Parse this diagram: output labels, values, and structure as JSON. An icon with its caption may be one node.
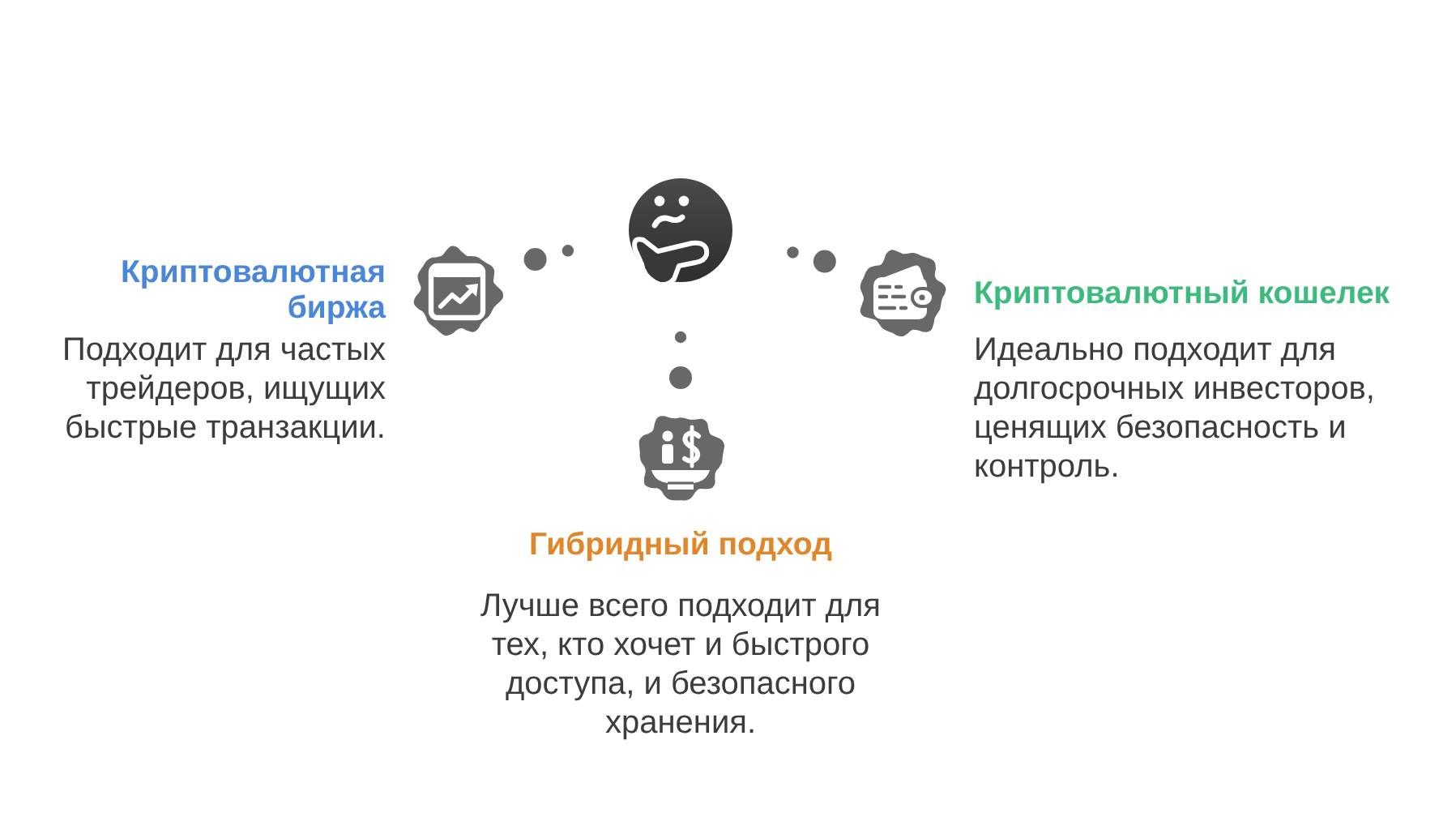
{
  "diagram": {
    "nodes": [
      {
        "text": [],
        "shape": "picture"
      },
      {
        "text": [
          "Криптовалютная биржа",
          "Подходит для частых трейдеров, ищущих быстрые транзакции."
        ]
      },
      {
        "text": [
          "Криптовалютный кошелек",
          "Идеально подходит для долгосрочных инвесторов, ценящих безопасность и контроль."
        ]
      },
      {
        "text": [
          "Гибридный подход",
          "Лучше всего подходит для тех, кто хочет и быстрого доступа, и безопасного хранения."
        ]
      }
    ],
    "edges": [
      {
        "from": 0,
        "to": 1,
        "arrow": "none",
        "style": "dashed"
      },
      {
        "from": 0,
        "to": 2,
        "arrow": "none",
        "style": "dashed"
      },
      {
        "from": 0,
        "to": 3,
        "arrow": "none",
        "style": "dashed"
      }
    ]
  }
}
